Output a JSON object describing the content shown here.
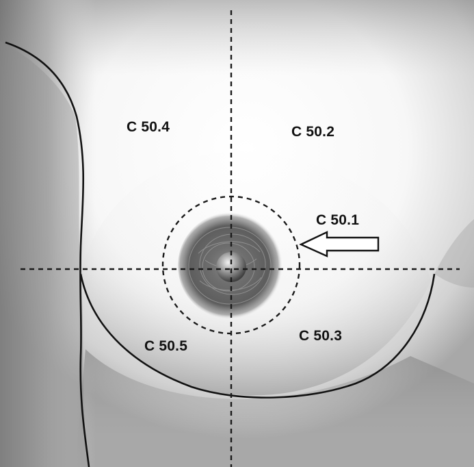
{
  "labels": {
    "upper_inner": "C 50.4",
    "upper_outer": "C 50.2",
    "central": "C 50.1",
    "lower_inner": "C 50.5",
    "lower_outer": "C 50.3"
  },
  "colors": {
    "outline": "#111111",
    "guide_line": "#1a1a1a",
    "skin_shadow": "#6b6b6b",
    "areola": "#5e5e5e"
  },
  "icons": {
    "pointer": "left-arrow-outline-icon"
  }
}
